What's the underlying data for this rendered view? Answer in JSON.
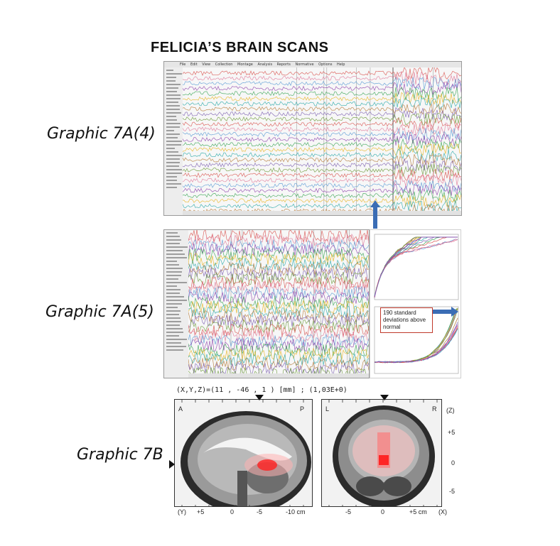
{
  "title": "FELICIA’S BRAIN SCANS",
  "labels": {
    "g1": "Graphic 7A(4)",
    "g2": "Graphic 7A(5)",
    "g3": "Graphic 7B"
  },
  "eeg_menu": [
    "File",
    "Edit",
    "View",
    "Collection",
    "Montage",
    "Analysis",
    "Reports",
    "Normative",
    "Options",
    "Help"
  ],
  "annotation": "190 standard deviations above normal",
  "loreta": {
    "coord_readout": "(X,Y,Z)=(11 , -46 , 1 ) [mm]  ;  (1,03E+0)",
    "sagittal": {
      "corner_left": "A",
      "corner_right": "P",
      "axis_name": "(Y)",
      "ticks": [
        "+5",
        "0",
        "-5",
        "-10 cm"
      ]
    },
    "coronal": {
      "corner_left": "L",
      "corner_right": "R",
      "axis_name": "(X)",
      "ticks": [
        "-5",
        "0",
        "+5 cm"
      ],
      "vertical_axis_name": "(Z)",
      "vertical_ticks": [
        "+5",
        "0",
        "-5"
      ]
    }
  },
  "colors": {
    "arrow": "#3b6db5",
    "trace_palette": [
      "#d9534f",
      "#e07a9a",
      "#5b9bd5",
      "#8e44ad",
      "#3aa655",
      "#e6b422",
      "#2aa9a9",
      "#b57a3a",
      "#7d5fb2",
      "#6c9a3a"
    ],
    "activation": "#ff2020"
  }
}
